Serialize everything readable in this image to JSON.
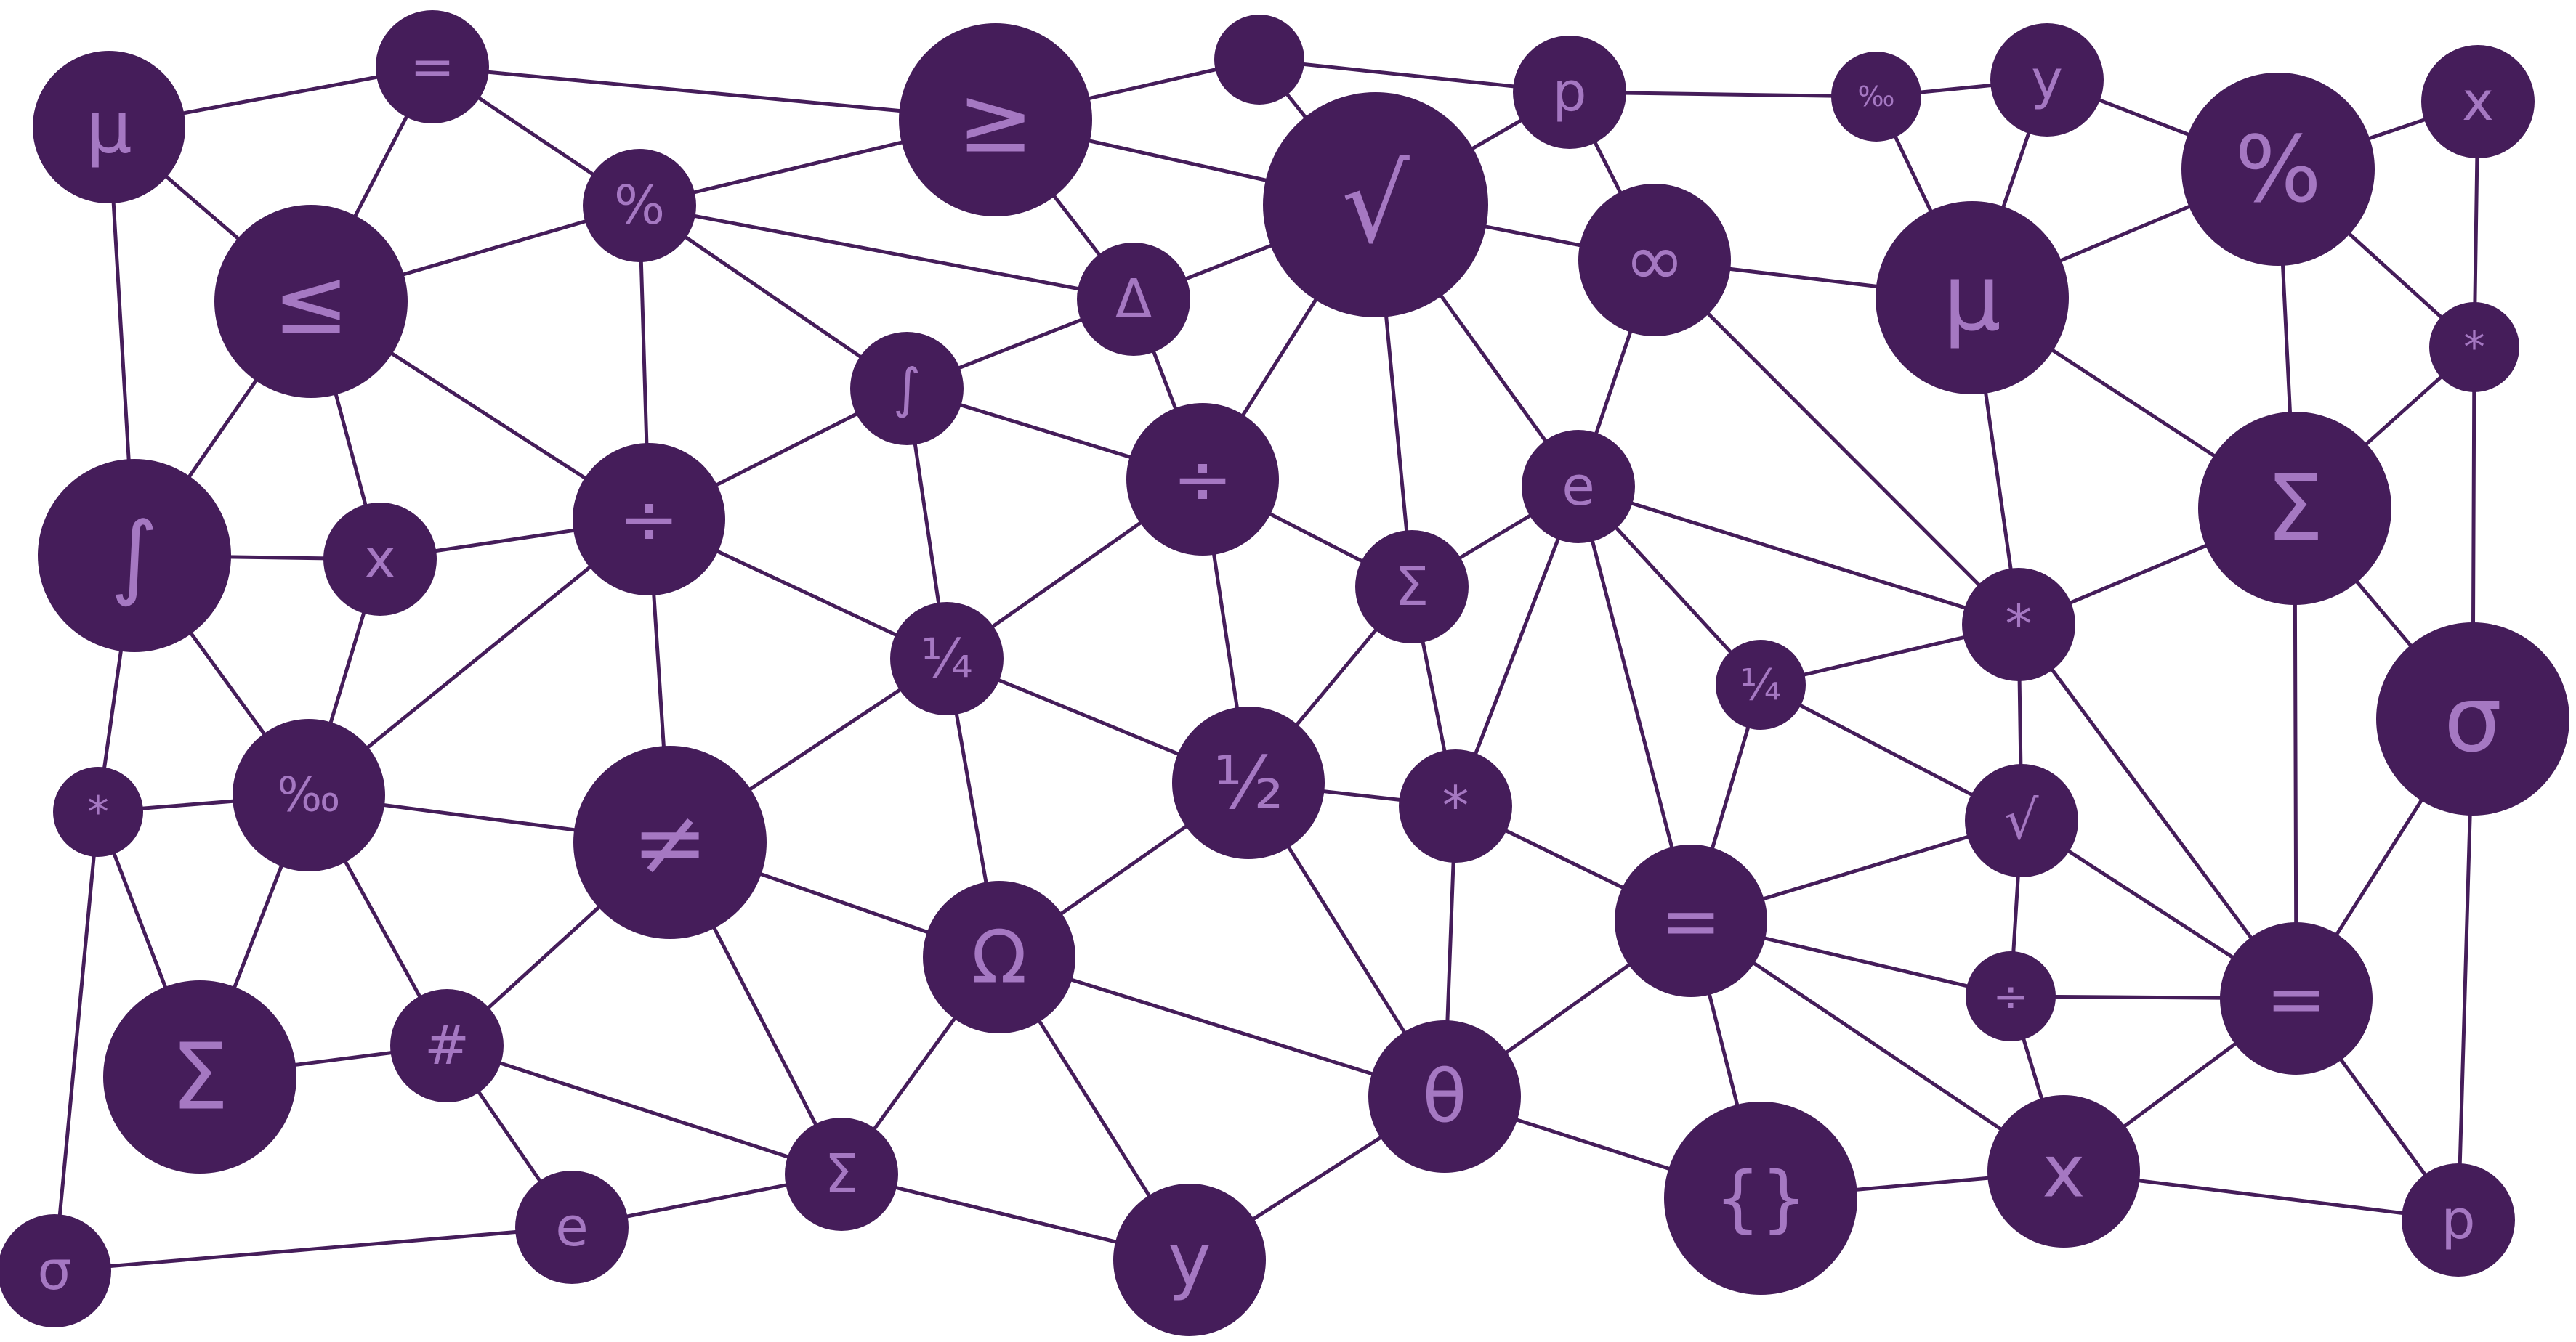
{
  "colors": {
    "node_fill": "#451d5a",
    "edge_stroke": "#451d5a",
    "label_fill": "#a578c2",
    "background": "#ffffff"
  },
  "nodes": [
    {
      "id": "mu-1",
      "symbol": "μ",
      "size": "medium"
    },
    {
      "id": "equals-top",
      "symbol": "=",
      "size": "small"
    },
    {
      "id": "leq",
      "symbol": "≤",
      "size": "large"
    },
    {
      "id": "percent-1",
      "symbol": "%",
      "size": "small"
    },
    {
      "id": "geq",
      "symbol": "≥",
      "size": "large"
    },
    {
      "id": "dot-top",
      "symbol": "",
      "size": "tiny"
    },
    {
      "id": "p-top",
      "symbol": "p",
      "size": "small"
    },
    {
      "id": "sqrt-large",
      "symbol": "√",
      "size": "xlarge"
    },
    {
      "id": "delta",
      "symbol": "Δ",
      "size": "small"
    },
    {
      "id": "infinity",
      "symbol": "∞",
      "size": "medium"
    },
    {
      "id": "permille-top",
      "symbol": "‰",
      "size": "tiny"
    },
    {
      "id": "y-top",
      "symbol": "y",
      "size": "small"
    },
    {
      "id": "mu-2",
      "symbol": "μ",
      "size": "large"
    },
    {
      "id": "percent-2",
      "symbol": "%",
      "size": "large"
    },
    {
      "id": "x-top",
      "symbol": "x",
      "size": "small"
    },
    {
      "id": "asterisk-right",
      "symbol": "*",
      "size": "tiny"
    },
    {
      "id": "integral-left",
      "symbol": "∫",
      "size": "large"
    },
    {
      "id": "x-left",
      "symbol": "x",
      "size": "small"
    },
    {
      "id": "integral-mid",
      "symbol": "∫",
      "size": "small"
    },
    {
      "id": "divide-1",
      "symbol": "÷",
      "size": "medium"
    },
    {
      "id": "divide-2",
      "symbol": "÷",
      "size": "medium"
    },
    {
      "id": "e-mid",
      "symbol": "e",
      "size": "small"
    },
    {
      "id": "sum-small",
      "symbol": "Σ",
      "size": "small"
    },
    {
      "id": "sum-right",
      "symbol": "Σ",
      "size": "large"
    },
    {
      "id": "asterisk-mid-right",
      "symbol": "*",
      "size": "small"
    },
    {
      "id": "quarter-1",
      "symbol": "¼",
      "size": "small"
    },
    {
      "id": "quarter-2",
      "symbol": "¼",
      "size": "tiny"
    },
    {
      "id": "sigma-right",
      "symbol": "σ",
      "size": "large"
    },
    {
      "id": "asterisk-left",
      "symbol": "*",
      "size": "tiny"
    },
    {
      "id": "permille-left",
      "symbol": "‰",
      "size": "medium"
    },
    {
      "id": "neq",
      "symbol": "≠",
      "size": "large"
    },
    {
      "id": "half",
      "symbol": "½",
      "size": "medium"
    },
    {
      "id": "asterisk-center",
      "symbol": "*",
      "size": "small"
    },
    {
      "id": "sqrt-small",
      "symbol": "√",
      "size": "small"
    },
    {
      "id": "equals-center",
      "symbol": "=",
      "size": "medium"
    },
    {
      "id": "omega",
      "symbol": "Ω",
      "size": "medium"
    },
    {
      "id": "divide-small",
      "symbol": "÷",
      "size": "tiny"
    },
    {
      "id": "equals-right",
      "symbol": "=",
      "size": "medium"
    },
    {
      "id": "sum-left",
      "symbol": "Σ",
      "size": "large"
    },
    {
      "id": "hash",
      "symbol": "#",
      "size": "small"
    },
    {
      "id": "theta",
      "symbol": "θ",
      "size": "medium"
    },
    {
      "id": "braces",
      "symbol": "{}",
      "size": "large"
    },
    {
      "id": "x-bottom",
      "symbol": "x",
      "size": "medium"
    },
    {
      "id": "sum-bottom",
      "symbol": "Σ",
      "size": "small"
    },
    {
      "id": "e-bottom",
      "symbol": "e",
      "size": "small"
    },
    {
      "id": "sigma-left",
      "symbol": "σ",
      "size": "small"
    },
    {
      "id": "y-bottom",
      "symbol": "y",
      "size": "medium"
    },
    {
      "id": "p-bottom",
      "symbol": "p",
      "size": "small"
    }
  ],
  "edges": [
    [
      "mu-1",
      "equals-top"
    ],
    [
      "mu-1",
      "leq"
    ],
    [
      "mu-1",
      "integral-left"
    ],
    [
      "equals-top",
      "leq"
    ],
    [
      "equals-top",
      "percent-1"
    ],
    [
      "equals-top",
      "geq"
    ],
    [
      "leq",
      "percent-1"
    ],
    [
      "leq",
      "integral-left"
    ],
    [
      "leq",
      "x-left"
    ],
    [
      "leq",
      "divide-1"
    ],
    [
      "percent-1",
      "geq"
    ],
    [
      "percent-1",
      "delta"
    ],
    [
      "percent-1",
      "integral-mid"
    ],
    [
      "percent-1",
      "divide-1"
    ],
    [
      "geq",
      "dot-top"
    ],
    [
      "geq",
      "sqrt-large"
    ],
    [
      "geq",
      "delta"
    ],
    [
      "dot-top",
      "p-top"
    ],
    [
      "dot-top",
      "sqrt-large"
    ],
    [
      "p-top",
      "permille-top"
    ],
    [
      "p-top",
      "sqrt-large"
    ],
    [
      "p-top",
      "infinity"
    ],
    [
      "permille-top",
      "y-top"
    ],
    [
      "permille-top",
      "mu-2"
    ],
    [
      "y-top",
      "mu-2"
    ],
    [
      "y-top",
      "percent-2"
    ],
    [
      "percent-2",
      "x-top"
    ],
    [
      "percent-2",
      "mu-2"
    ],
    [
      "percent-2",
      "asterisk-right"
    ],
    [
      "percent-2",
      "sum-right"
    ],
    [
      "x-top",
      "asterisk-right"
    ],
    [
      "asterisk-right",
      "sum-right"
    ],
    [
      "asterisk-right",
      "sigma-right"
    ],
    [
      "sqrt-large",
      "delta"
    ],
    [
      "sqrt-large",
      "infinity"
    ],
    [
      "sqrt-large",
      "divide-2"
    ],
    [
      "sqrt-large",
      "sum-small"
    ],
    [
      "sqrt-large",
      "e-mid"
    ],
    [
      "infinity",
      "mu-2"
    ],
    [
      "infinity",
      "e-mid"
    ],
    [
      "infinity",
      "asterisk-mid-right"
    ],
    [
      "mu-2",
      "asterisk-mid-right"
    ],
    [
      "mu-2",
      "sum-right"
    ],
    [
      "delta",
      "integral-mid"
    ],
    [
      "delta",
      "divide-2"
    ],
    [
      "integral-left",
      "x-left"
    ],
    [
      "integral-left",
      "asterisk-left"
    ],
    [
      "integral-left",
      "permille-left"
    ],
    [
      "x-left",
      "divide-1"
    ],
    [
      "x-left",
      "permille-left"
    ],
    [
      "integral-mid",
      "divide-1"
    ],
    [
      "integral-mid",
      "divide-2"
    ],
    [
      "integral-mid",
      "quarter-1"
    ],
    [
      "divide-1",
      "quarter-1"
    ],
    [
      "divide-1",
      "neq"
    ],
    [
      "divide-1",
      "permille-left"
    ],
    [
      "divide-2",
      "quarter-1"
    ],
    [
      "divide-2",
      "sum-small"
    ],
    [
      "divide-2",
      "half"
    ],
    [
      "e-mid",
      "sum-small"
    ],
    [
      "e-mid",
      "asterisk-center"
    ],
    [
      "e-mid",
      "quarter-2"
    ],
    [
      "e-mid",
      "equals-center"
    ],
    [
      "e-mid",
      "asterisk-mid-right"
    ],
    [
      "sum-small",
      "half"
    ],
    [
      "sum-small",
      "asterisk-center"
    ],
    [
      "sum-right",
      "asterisk-mid-right"
    ],
    [
      "sum-right",
      "equals-right"
    ],
    [
      "sum-right",
      "sigma-right"
    ],
    [
      "asterisk-mid-right",
      "quarter-2"
    ],
    [
      "asterisk-mid-right",
      "sqrt-small"
    ],
    [
      "asterisk-mid-right",
      "equals-right"
    ],
    [
      "quarter-1",
      "neq"
    ],
    [
      "quarter-1",
      "half"
    ],
    [
      "quarter-1",
      "omega"
    ],
    [
      "quarter-2",
      "sqrt-small"
    ],
    [
      "quarter-2",
      "equals-center"
    ],
    [
      "sigma-right",
      "equals-right"
    ],
    [
      "sigma-right",
      "p-bottom"
    ],
    [
      "asterisk-left",
      "permille-left"
    ],
    [
      "asterisk-left",
      "sum-left"
    ],
    [
      "asterisk-left",
      "sigma-left"
    ],
    [
      "permille-left",
      "neq"
    ],
    [
      "permille-left",
      "sum-left"
    ],
    [
      "permille-left",
      "hash"
    ],
    [
      "neq",
      "omega"
    ],
    [
      "neq",
      "hash"
    ],
    [
      "neq",
      "sum-bottom"
    ],
    [
      "half",
      "asterisk-center"
    ],
    [
      "half",
      "omega"
    ],
    [
      "half",
      "theta"
    ],
    [
      "asterisk-center",
      "equals-center"
    ],
    [
      "asterisk-center",
      "theta"
    ],
    [
      "sqrt-small",
      "equals-center"
    ],
    [
      "sqrt-small",
      "divide-small"
    ],
    [
      "sqrt-small",
      "equals-right"
    ],
    [
      "equals-center",
      "divide-small"
    ],
    [
      "equals-center",
      "theta"
    ],
    [
      "equals-center",
      "braces"
    ],
    [
      "equals-center",
      "x-bottom"
    ],
    [
      "omega",
      "theta"
    ],
    [
      "omega",
      "sum-bottom"
    ],
    [
      "omega",
      "y-bottom"
    ],
    [
      "divide-small",
      "equals-right"
    ],
    [
      "divide-small",
      "x-bottom"
    ],
    [
      "equals-right",
      "x-bottom"
    ],
    [
      "equals-right",
      "p-bottom"
    ],
    [
      "sum-left",
      "hash"
    ],
    [
      "hash",
      "e-bottom"
    ],
    [
      "hash",
      "sum-bottom"
    ],
    [
      "theta",
      "y-bottom"
    ],
    [
      "theta",
      "braces"
    ],
    [
      "braces",
      "x-bottom"
    ],
    [
      "x-bottom",
      "p-bottom"
    ],
    [
      "sum-bottom",
      "e-bottom"
    ],
    [
      "sum-bottom",
      "y-bottom"
    ],
    [
      "e-bottom",
      "sigma-left"
    ]
  ]
}
